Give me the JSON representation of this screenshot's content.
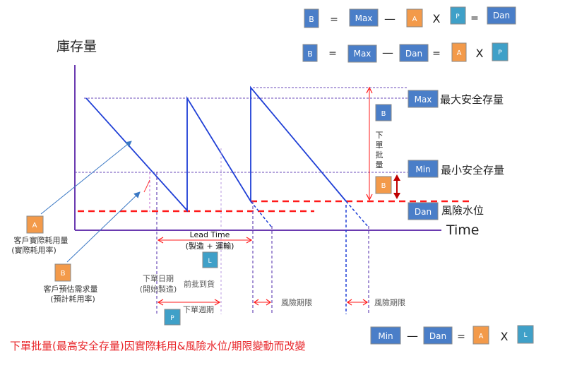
{
  "colors": {
    "line": "#1f3fd6",
    "guide": "#5a3fb0",
    "danger": "#ff1a1a",
    "box_blue": "#4a7ec8",
    "box_orange": "#f39a4a",
    "box_teal": "#3fa0c8",
    "box_border": "#8a8a8a",
    "caption": "#e8262a"
  },
  "labels": {
    "y_axis": "庫存量",
    "x_axis": "Time",
    "max": "Max",
    "max_desc": "最大安全存量",
    "min": "Min",
    "min_desc": "最小安全存量",
    "dan": "Dan",
    "dan_desc": "風險水位",
    "b": "B",
    "a": "A",
    "p": "P",
    "l": "L",
    "order_qty": [
      "下",
      "單",
      "批",
      "量"
    ],
    "lead_time": "Lead Time",
    "lead_time_sub": "(製造 + 運輸)",
    "customer_actual_1": "客戶實際耗用量",
    "customer_actual_2": "(實際耗用率)",
    "customer_forecast_1": "客戶預估需求量",
    "customer_forecast_2": "(預計耗用率)",
    "order_date_1": "下單日期",
    "order_date_2": "(開始製造)",
    "prev_arrival": "前批到貨",
    "order_cycle": "下單週期",
    "risk_period_1": "風險期限",
    "risk_period_2": "風險期限"
  },
  "equations": {
    "eq1": {
      "lhs": "B",
      "eq": "=",
      "t1": "Max",
      "minus": "—",
      "t2": "A",
      "times": "X",
      "t3": "P",
      "eq2": "=",
      "t4": "Dan"
    },
    "eq2": {
      "lhs": "B",
      "eq": "=",
      "t1": "Max",
      "minus": "—",
      "t2": "Dan",
      "eq2": "=",
      "t3": "A",
      "times": "X",
      "t4": "P"
    },
    "eq3": {
      "t1": "Min",
      "minus": "—",
      "t2": "Dan",
      "eq": "=",
      "t3": "A",
      "times": "X",
      "t4": "L"
    }
  },
  "caption": "下單批量(最高安全存量)因實際耗用&風險水位/期限變動而改變"
}
